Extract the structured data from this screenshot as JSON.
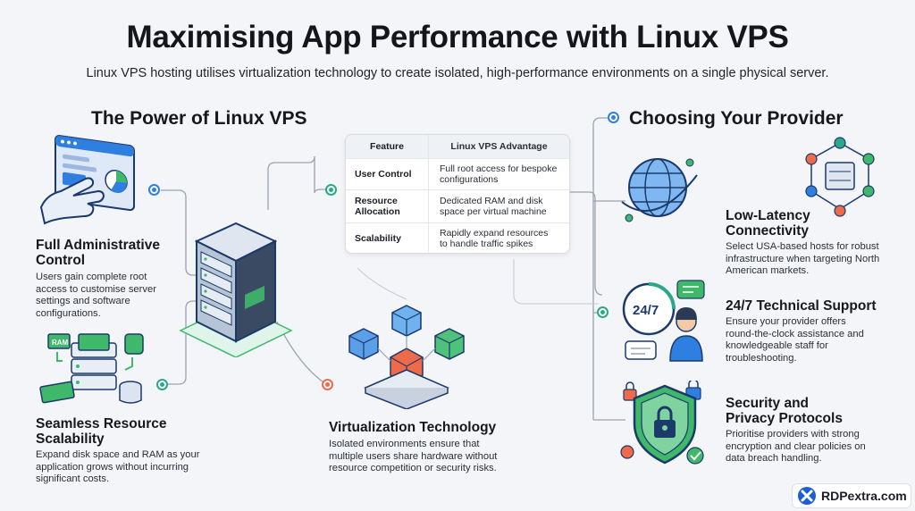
{
  "title": "Maximising App Performance with Linux VPS",
  "subtitle": "Linux VPS hosting utilises virtualization technology to create isolated, high-performance environments on a single physical server.",
  "left_section": {
    "heading": "The Power of Linux VPS",
    "blocks": [
      {
        "heading_line1": "Full Administrative",
        "heading_line2": "Control",
        "body_lines": [
          "Users gain complete root",
          "access to customise server",
          "settings and software",
          "configurations."
        ]
      },
      {
        "heading_line1": "Seamless Resource",
        "heading_line2": "Scalability",
        "body_lines": [
          "Expand disk space and RAM as your",
          "application grows without incurring",
          "significant costs."
        ]
      }
    ],
    "ram_label": "RAM"
  },
  "center": {
    "virtualization": {
      "heading": "Virtualization Technology",
      "body_lines": [
        "Isolated environments ensure that",
        "multiple users share hardware without",
        "resource competition or security risks."
      ]
    }
  },
  "table": {
    "headers": [
      "Feature",
      "Linux VPS Advantage"
    ],
    "rows": [
      {
        "feature_lines": [
          "User Control"
        ],
        "advantage_lines": [
          "Full root access for bespoke",
          "configurations"
        ]
      },
      {
        "feature_lines": [
          "Resource",
          "Allocation"
        ],
        "advantage_lines": [
          "Dedicated RAM and disk",
          "space per virtual machine"
        ]
      },
      {
        "feature_lines": [
          "Scalability"
        ],
        "advantage_lines": [
          "Rapidly expand resources",
          "to handle traffic spikes"
        ]
      }
    ]
  },
  "right_section": {
    "heading": "Choosing Your Provider",
    "blocks": [
      {
        "heading_line1": "Low-Latency",
        "heading_line2": "Connectivity",
        "body_lines": [
          "Select USA-based hosts for robust",
          "infrastructure when targeting North",
          "American markets."
        ]
      },
      {
        "heading_line1": "24/7 Technical Support",
        "heading_line2": "",
        "body_lines": [
          "Ensure your provider offers",
          "round-the-clock assistance and",
          "knowledgeable staff for",
          "troubleshooting."
        ]
      },
      {
        "heading_line1": "Security and",
        "heading_line2": "Privacy Protocols",
        "body_lines": [
          "Prioritise providers with strong",
          "encryption and clear policies on",
          "data breach handling."
        ]
      }
    ],
    "clock_label": "24/7"
  },
  "logo": {
    "text": "RDPextra.com"
  },
  "colors": {
    "blue": "#2f7fe0",
    "teal": "#2aa889",
    "orange": "#ee6a4a",
    "green": "#3fb86a",
    "navy": "#1b3a6b"
  }
}
